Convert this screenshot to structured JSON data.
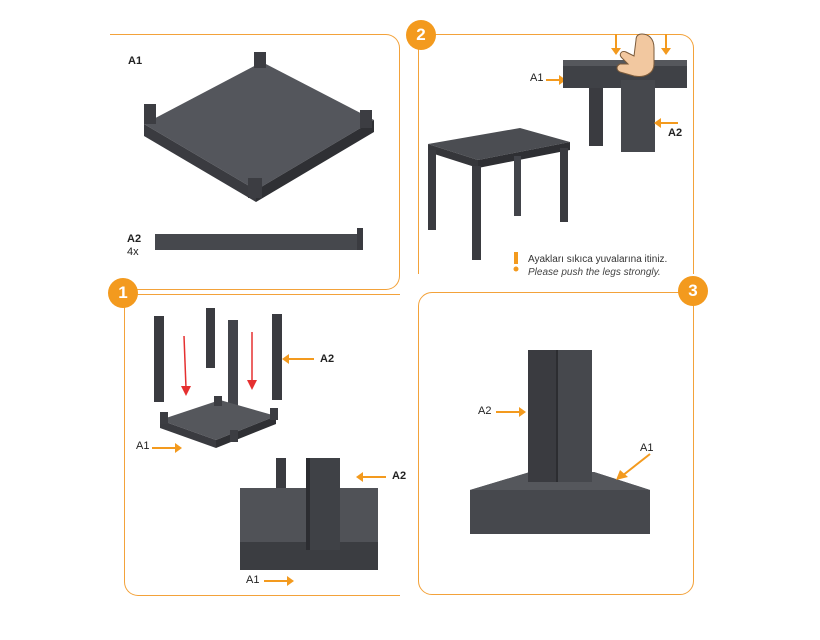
{
  "parts": {
    "a1_label": "A1",
    "a2_label": "A2",
    "a2_qty": "4x"
  },
  "steps": {
    "s1": "1",
    "s2": "2",
    "s3": "3"
  },
  "step1": {
    "a2": "A2",
    "a1": "A1",
    "a2_zoom": "A2",
    "a1_zoom": "A1"
  },
  "step2": {
    "a1": "A1",
    "a2": "A2",
    "note_tr": "Ayakları sıkıca yuvalarına itiniz.",
    "note_en": "Please push the legs strongly."
  },
  "step3": {
    "a2": "A2",
    "a1": "A1"
  },
  "colors": {
    "accent": "#f39a1e",
    "part": "#4a4c52"
  }
}
